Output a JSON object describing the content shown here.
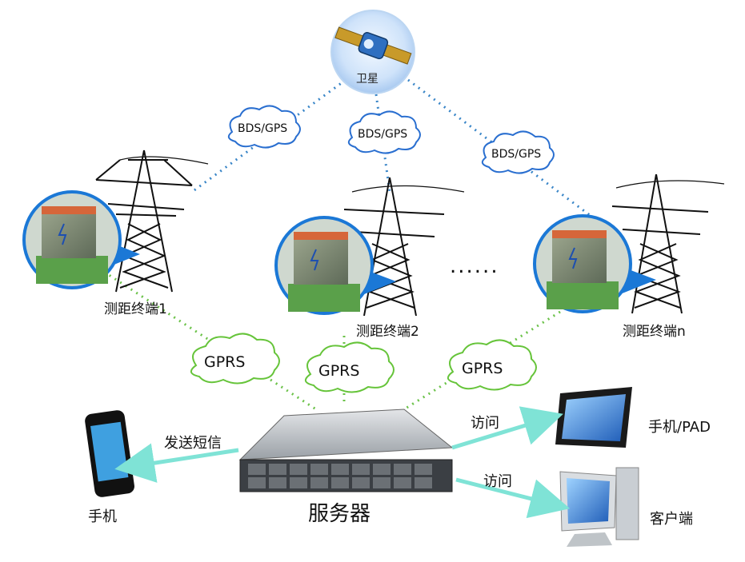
{
  "satellite": {
    "label": "卫星"
  },
  "links": {
    "bds": "BDS/GPS",
    "gprs": "GPRS"
  },
  "terminals": [
    {
      "label": "测距终端1"
    },
    {
      "label": "测距终端2"
    },
    {
      "label": "测距终端n"
    }
  ],
  "ellipsis": "......",
  "server": {
    "label": "服务器"
  },
  "phone": {
    "label": "手机",
    "action": "发送短信"
  },
  "mobile_pad": {
    "label": "手机/PAD",
    "action": "访问"
  },
  "client": {
    "label": "客户端",
    "action": "访问"
  },
  "colors": {
    "satellite_link": "#3a86c8",
    "gprs_link": "#6cc24a",
    "access_arrow": "#7fe3d6",
    "cloud_bds": "#2a6fd0",
    "cloud_gprs": "#66c43a"
  }
}
